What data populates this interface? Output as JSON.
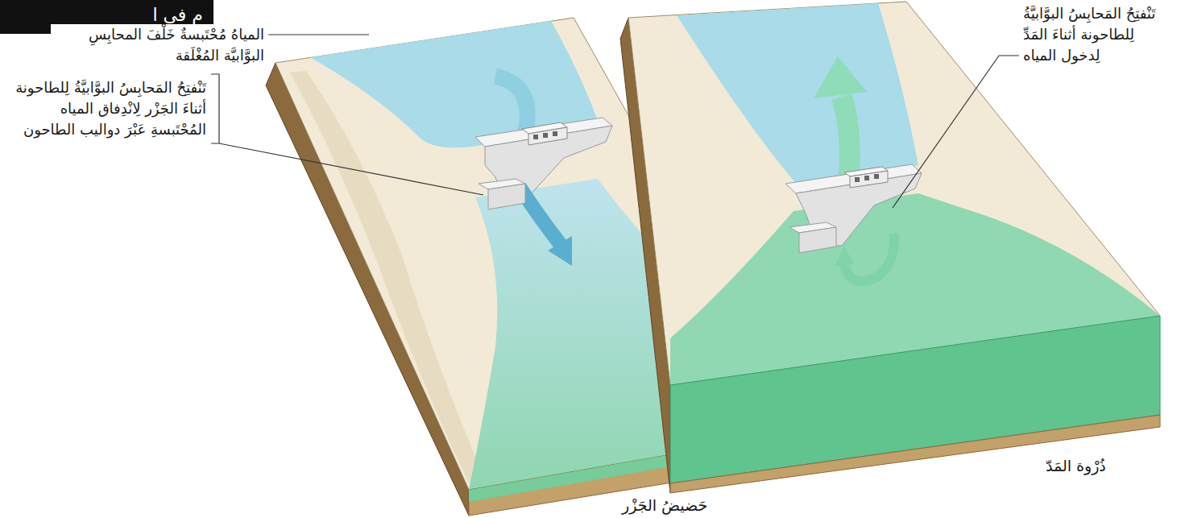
{
  "diagram": {
    "labels": [
      "م في ا",
      "المياهُ مُحْتَبسةٌ خَلْفَ المحابِسِ البوَّابيَّة المُغْلَقة",
      "تَنْفتِحُ المَحابِسُ البوَّابيَّةُ لِلطاحونة أثناءَ الجَزْر لِانْدِفاق المياه المُحْتَبسةِ عَبْرَ دواليب الطاحون",
      "تَنْفتِحُ المَحابِسُ البوَّابيَّةُ لِلطاحونة أثناءَ المَدِّ لِدخول المياه",
      "ذُرْوة المَدّ",
      "حَضيضُ الجَزْر"
    ]
  }
}
